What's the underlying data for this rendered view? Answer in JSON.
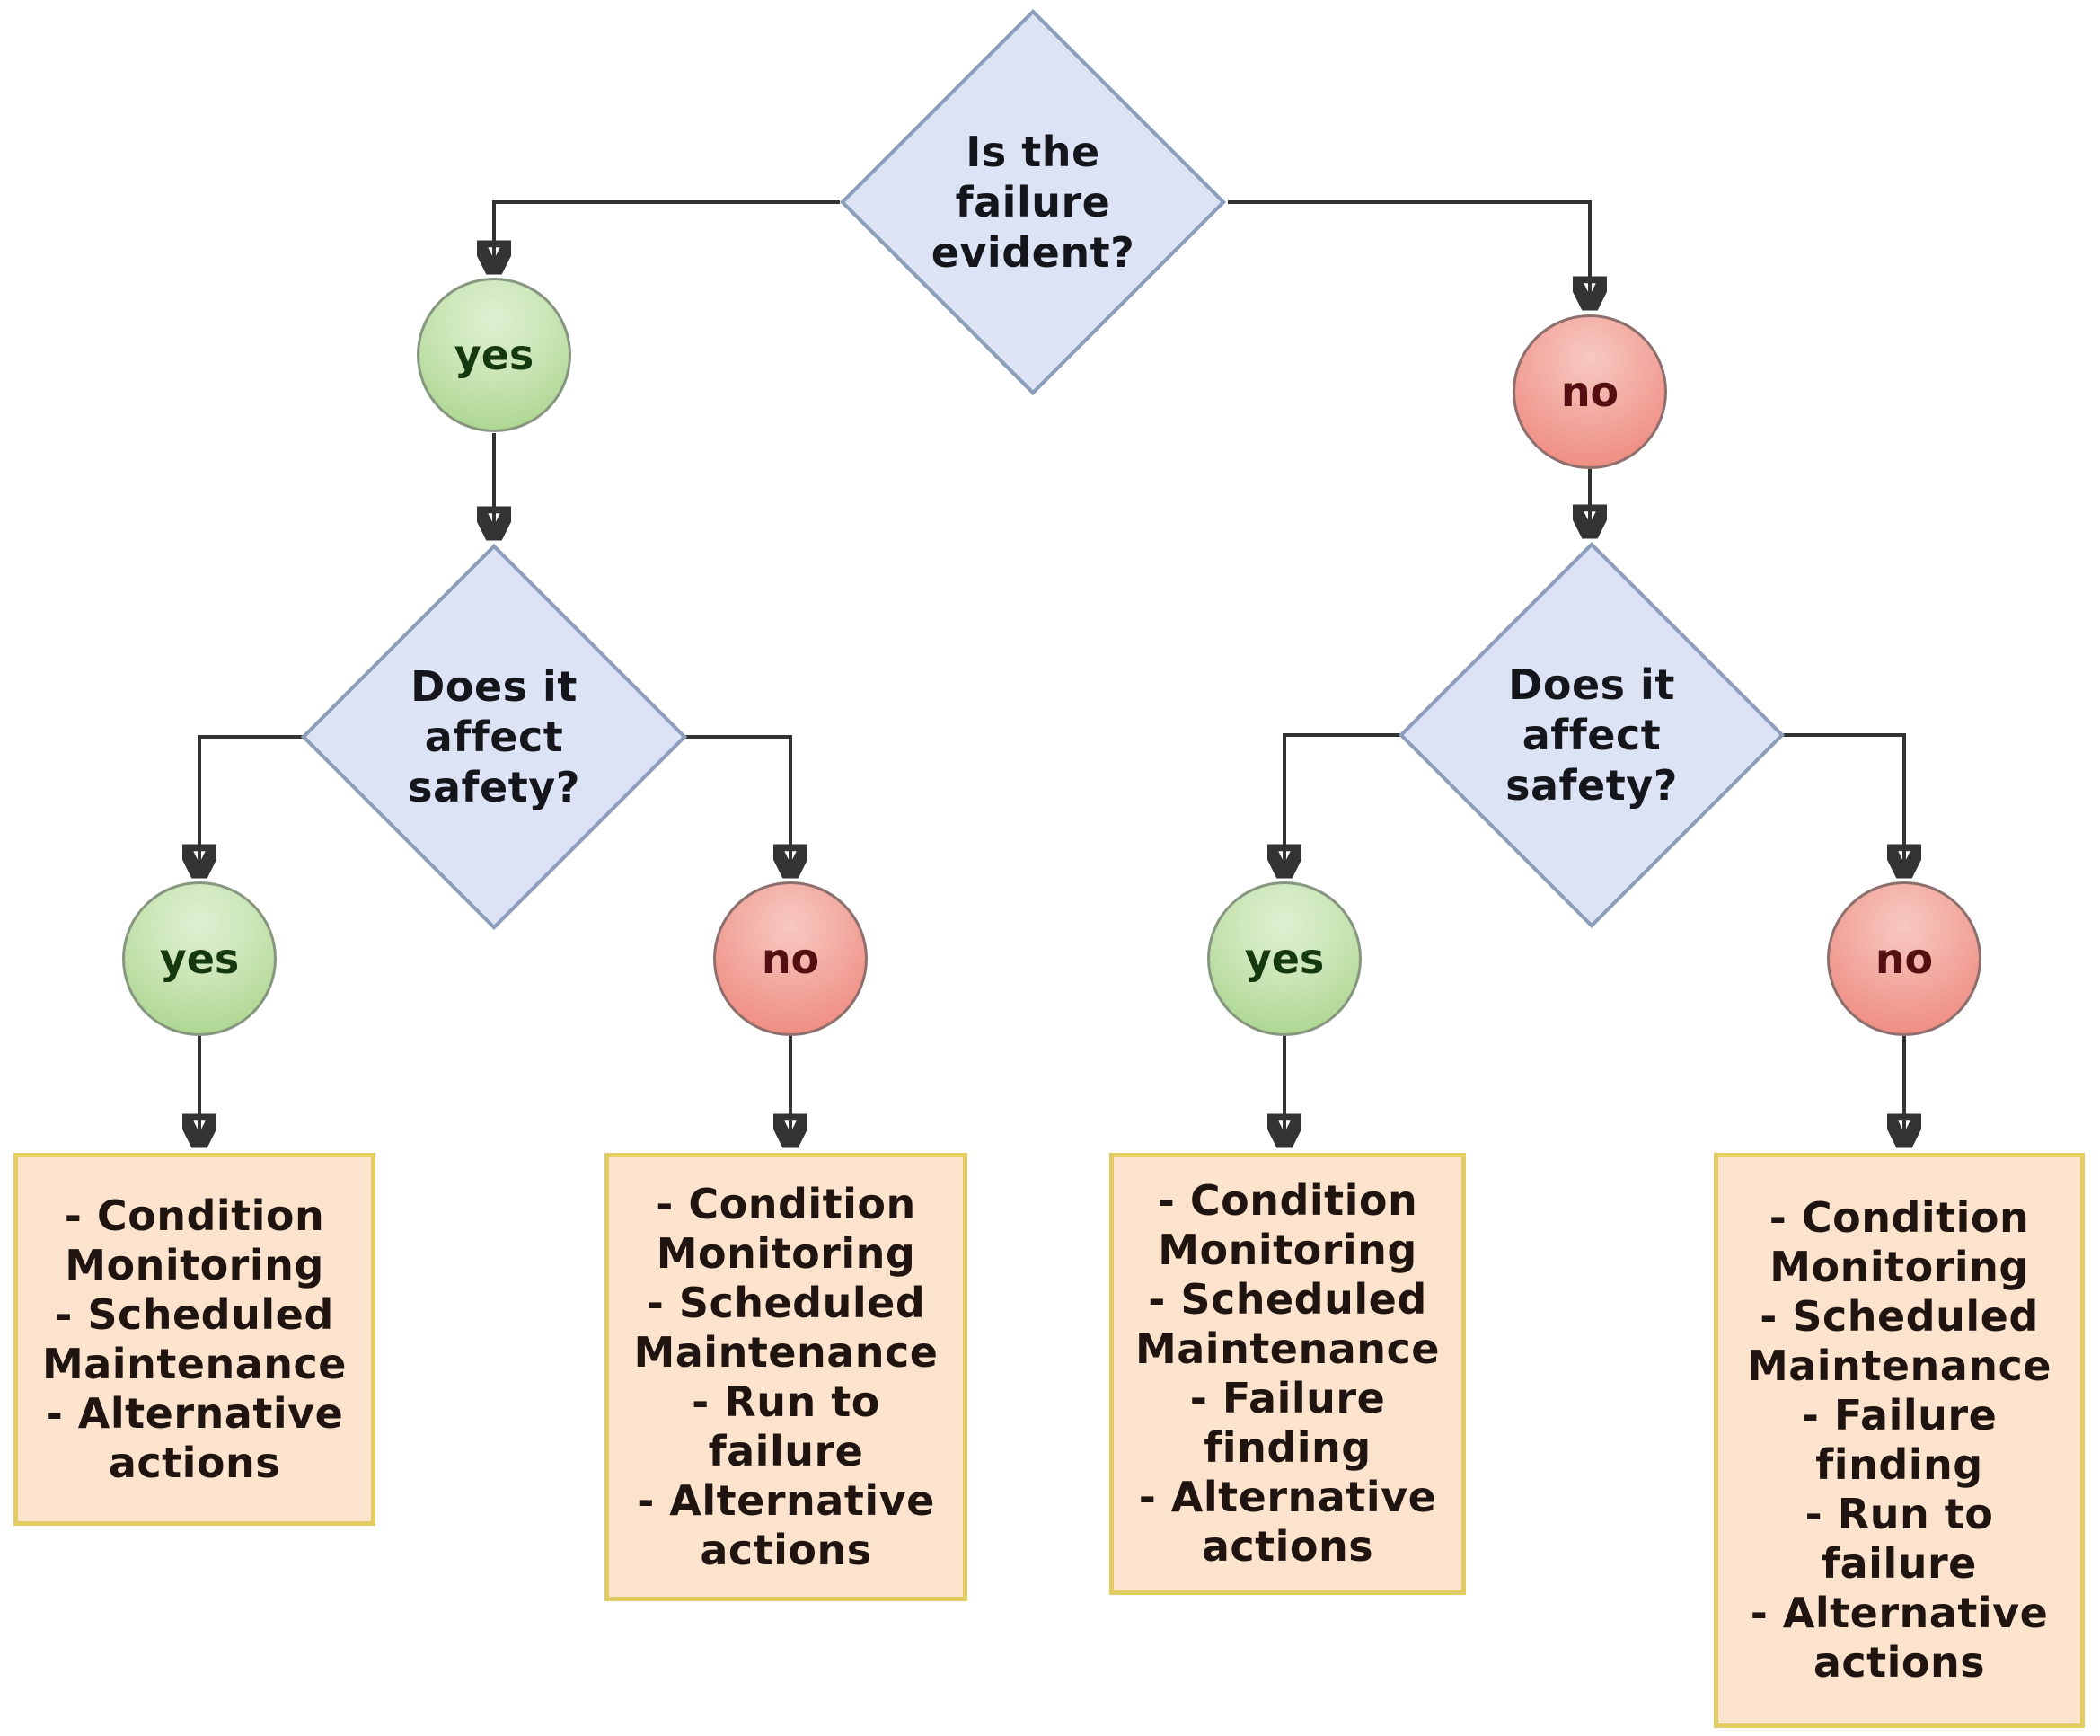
{
  "diagram": {
    "type": "decision-tree",
    "root": {
      "question": "Is the failure evident?"
    },
    "branches": [
      {
        "answer": "yes",
        "question": "Does it affect safety?",
        "outcomes": [
          {
            "answer": "yes",
            "actions": [
              "- Condition Monitoring",
              "- Scheduled Maintenance",
              "- Alternative actions"
            ]
          },
          {
            "answer": "no",
            "actions": [
              "- Condition Monitoring",
              "- Scheduled Maintenance",
              "- Run to failure",
              "- Alternative actions"
            ]
          }
        ]
      },
      {
        "answer": "no",
        "question": "Does it affect safety?",
        "outcomes": [
          {
            "answer": "yes",
            "actions": [
              "- Condition Monitoring",
              "- Scheduled Maintenance",
              "- Failure finding",
              "- Alternative actions"
            ]
          },
          {
            "answer": "no",
            "actions": [
              "- Condition Monitoring",
              "- Scheduled Maintenance",
              "- Failure finding",
              "- Run to failure",
              "- Alternative actions"
            ]
          }
        ]
      }
    ],
    "colors": {
      "decision_fill": "#dbe3f4",
      "decision_border": "#8b9dbb",
      "yes_fill": "#b9dda1",
      "yes_text": "#16380e",
      "no_fill": "#f0988e",
      "no_text": "#541011",
      "action_fill": "#fbe3cd",
      "action_border": "#e3cc63",
      "connector": "#333333"
    }
  }
}
